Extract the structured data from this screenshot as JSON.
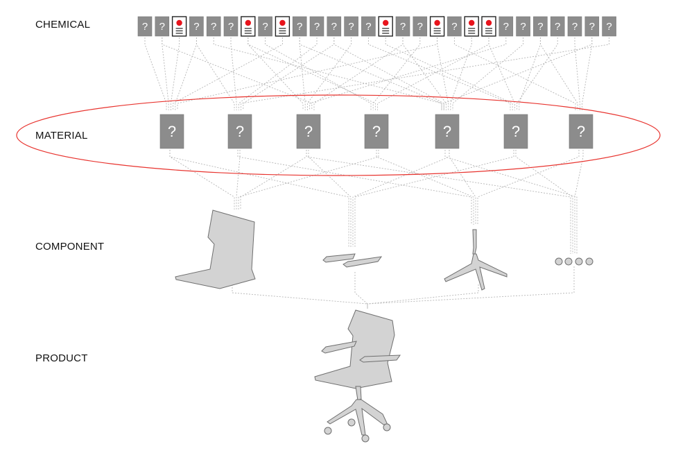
{
  "levels": {
    "chemical": "CHEMICAL",
    "material": "MATERIAL",
    "component": "COMPONENT",
    "product": "PRODUCT"
  },
  "unknown_symbol": "?",
  "chemicals": [
    "unknown",
    "unknown",
    "known",
    "unknown",
    "unknown",
    "unknown",
    "known",
    "unknown",
    "known",
    "unknown",
    "unknown",
    "unknown",
    "unknown",
    "unknown",
    "known",
    "unknown",
    "unknown",
    "known",
    "unknown",
    "known",
    "known",
    "unknown",
    "unknown",
    "unknown",
    "unknown",
    "unknown",
    "unknown",
    "unknown"
  ],
  "material_count": 7,
  "components": [
    "seat-shell",
    "armrests",
    "chair-base",
    "casters"
  ],
  "product": "office-chair",
  "colors": {
    "unknown_fill": "#8c8c8c",
    "known_dot": "#e8141c",
    "highlight_ellipse": "#e8332e",
    "connector": "#b5b5b5",
    "part_fill": "#d3d3d3",
    "part_stroke": "#6e6e6e"
  }
}
